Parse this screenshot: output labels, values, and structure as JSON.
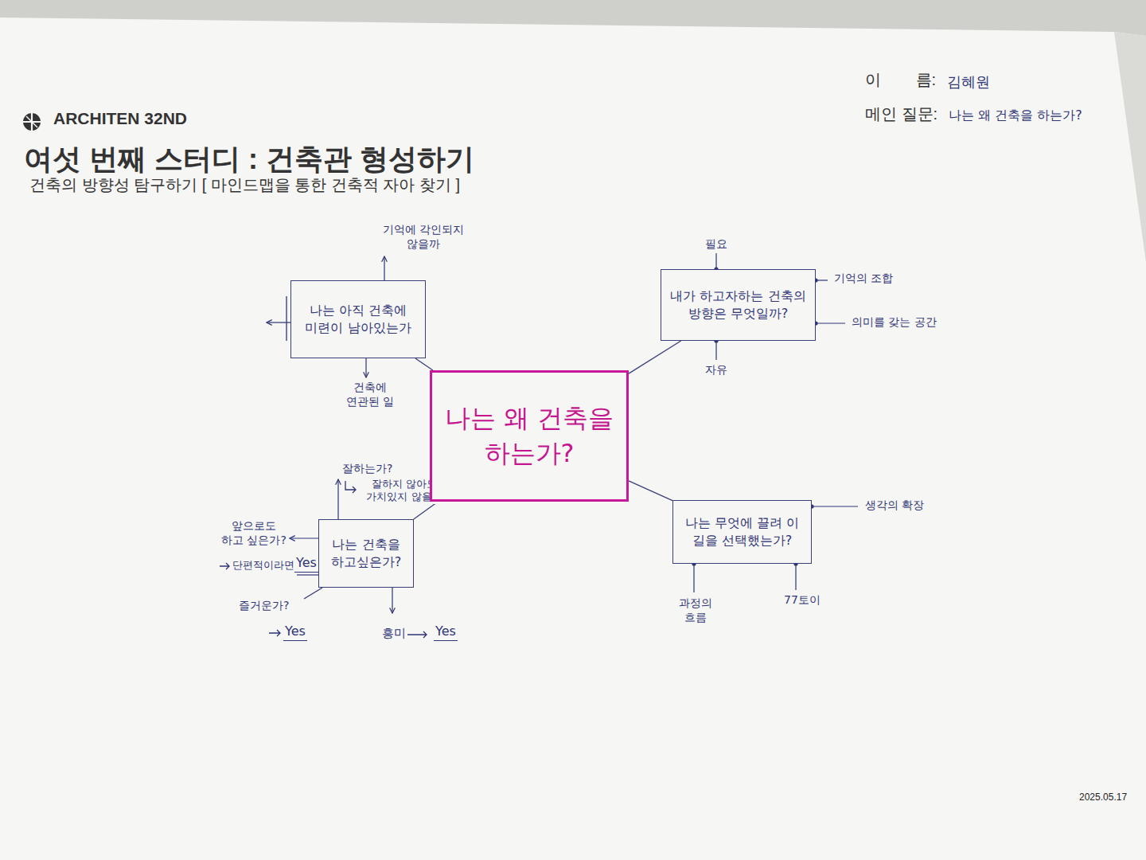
{
  "diagram": {
    "title": "여섯 번째 스터디 : 건축관 형성하기",
    "nodes": [
      {
        "text": [
          "나는 왜 건축을 하는가?"
        ]
      },
      {
        "text": [
          "나는 아직 건축에 미련이 남아있는가"
        ]
      },
      {
        "text": [
          "내가 하고자하는 건축의 방향은 무엇일까?"
        ]
      },
      {
        "text": [
          "나는 건축을 하고싶은가?"
        ]
      },
      {
        "text": [
          "나는 무엇에 끌려 이 길을 선택했는가?"
        ]
      }
    ],
    "edges": [
      {
        "from": 0,
        "to": 1,
        "arrow": "none"
      },
      {
        "from": 0,
        "to": 2,
        "arrow": "none"
      },
      {
        "from": 0,
        "to": 3,
        "arrow": "none"
      },
      {
        "from": 0,
        "to": 4,
        "arrow": "none"
      }
    ],
    "labels": [
      "ARCHITEN 32ND",
      "건축의 방향성 탐구하기 [ 마인드맵을 통한 건축적 자아 찾기 ]",
      "이 름:",
      "김혜원",
      "메인 질문:",
      "나는 왜 건축을 하는가?",
      "기억에 각인되지 않을까",
      "건축에 연관된 일",
      "필요",
      "기억의 조합",
      "의미를 갖는 공간",
      "자유",
      "잘하는가?",
      "잘하지 않아도 가치있지 않을까",
      "앞으로도 하고 싶은가?",
      "단편적이라면",
      "Yes",
      "즐거운가?",
      "Yes",
      "흥미",
      "Yes",
      "생각의 확장",
      "과정의 흐름",
      "77토이",
      "2025.05.17"
    ]
  }
}
